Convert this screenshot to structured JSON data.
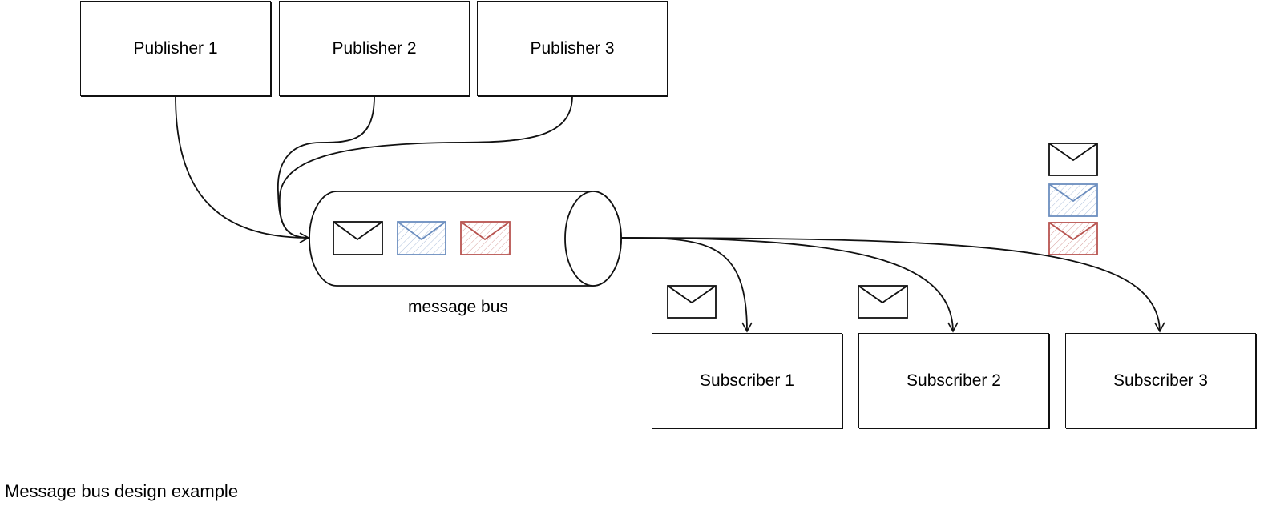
{
  "publishers": [
    {
      "label": "Publisher 1"
    },
    {
      "label": "Publisher 2"
    },
    {
      "label": "Publisher 3"
    }
  ],
  "bus": {
    "label": "message bus"
  },
  "subscribers": [
    {
      "label": "Subscriber 1"
    },
    {
      "label": "Subscriber 2"
    },
    {
      "label": "Subscriber 3"
    }
  ],
  "caption": "Message bus design example",
  "colors": {
    "stroke": "#111111",
    "blue": "#6c8ebf",
    "red": "#b85450"
  }
}
